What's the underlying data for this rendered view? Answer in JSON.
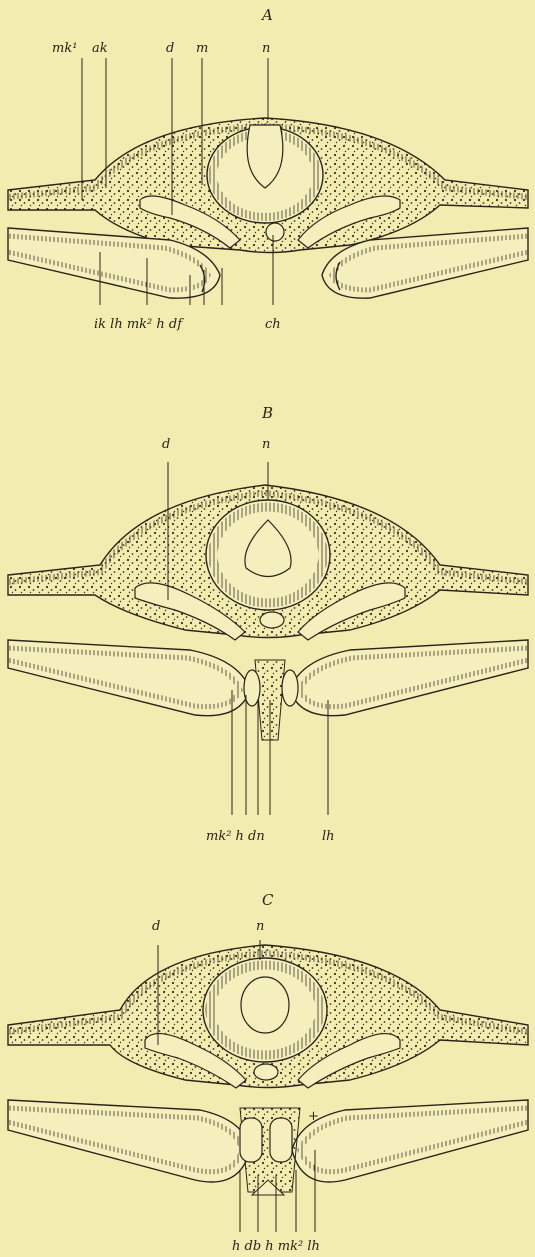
{
  "panels": [
    {
      "title": "A",
      "labels": {
        "mk1": "mk¹",
        "ak": "ak",
        "d": "d",
        "m": "m",
        "n": "n",
        "bottom": "ik lh mk² h df",
        "ch": "ch"
      }
    },
    {
      "title": "B",
      "labels": {
        "d": "d",
        "n": "n",
        "bottom": "mk² h dn",
        "lh": "lh"
      }
    },
    {
      "title": "C",
      "labels": {
        "d": "d",
        "n": "n",
        "bottom": "h db h mk² lh",
        "plus": "+"
      }
    }
  ],
  "colors": {
    "background": "#f2ecb0",
    "ink": "#2a2418"
  }
}
